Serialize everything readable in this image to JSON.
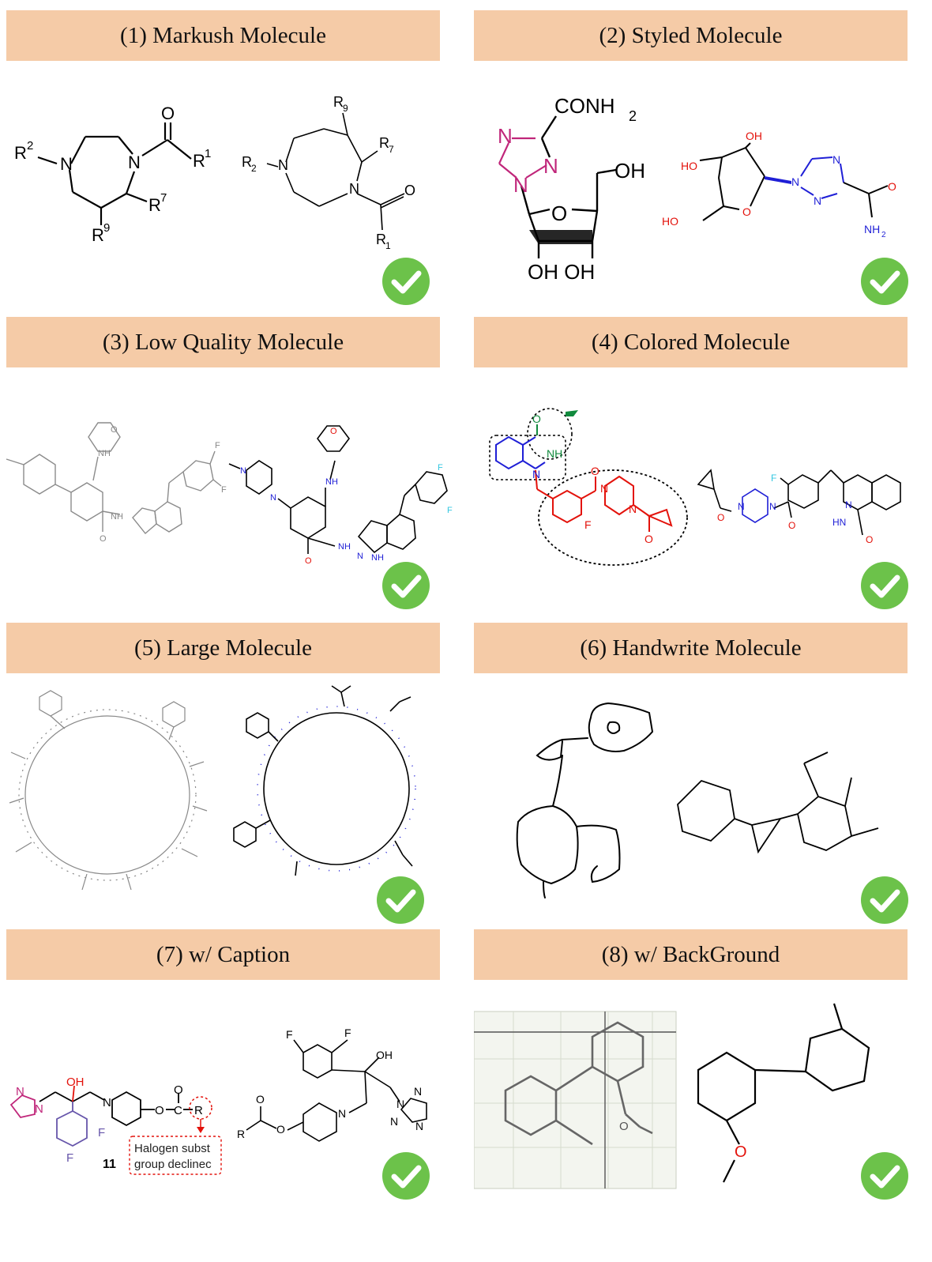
{
  "headers": [
    "(1) Markush Molecule",
    "(2) Styled Molecule",
    "(3) Low Quality Molecule",
    "(4) Colored Molecule",
    "(5) Large Molecule",
    "(6) Handwrite Molecule",
    "(7) w/ Caption",
    "(8) w/ BackGround"
  ],
  "labels": {
    "m1": {
      "r2": "R",
      "r2sup": "2",
      "r1": "R",
      "r1sup": "1",
      "r7": "R",
      "r7sup": "7",
      "r9": "R",
      "r9sup": "9",
      "n": "N",
      "o": "O"
    },
    "m1b": {
      "r9": "R",
      "r9sub": "9",
      "r7": "R",
      "r7sub": "7",
      "r2": "R",
      "r2sub": "2",
      "r1": "R",
      "r1sub": "1",
      "n": "N",
      "o": "O"
    },
    "m2": {
      "conh2": "CONH",
      "conh2sub": "2",
      "n": "N",
      "oh": "OH",
      "o": "O",
      "ohoh": "OH OH"
    },
    "m2b": {
      "ho": "HO",
      "oh": "OH",
      "o": "O",
      "n": "N",
      "nh2": "NH",
      "nh2sub": "2"
    },
    "m3": {
      "o": "O",
      "f": "F",
      "n": "N",
      "nh": "NH"
    },
    "m4": {
      "o": "O",
      "nh": "NH",
      "n": "N",
      "f": "F",
      "hn": "HN"
    },
    "m7": {
      "oh": "OH",
      "f": "F",
      "n": "N",
      "r": "R",
      "o": "O",
      "c": "C",
      "caption_id": "11",
      "callout1": "Halogen subst",
      "callout2": "group declinec"
    },
    "m7b": {
      "f": "F",
      "oh": "OH",
      "n": "N",
      "r": "R",
      "o": "O"
    },
    "m8b": {
      "o": "O"
    }
  },
  "colors": {
    "header_bg": "#f5cba7",
    "check_green": "#6cc24a",
    "bond_black": "#000000",
    "nitrogen_blue": "#1f1fd6",
    "oxygen_red": "#e3120b",
    "fluorine_cyan": "#33c7e0",
    "sulfur_yellow": "#c8b400",
    "magenta_triazole": "#c0267a",
    "green_label": "#118a3d"
  },
  "icons": [
    "checkmark-badge-icon"
  ]
}
